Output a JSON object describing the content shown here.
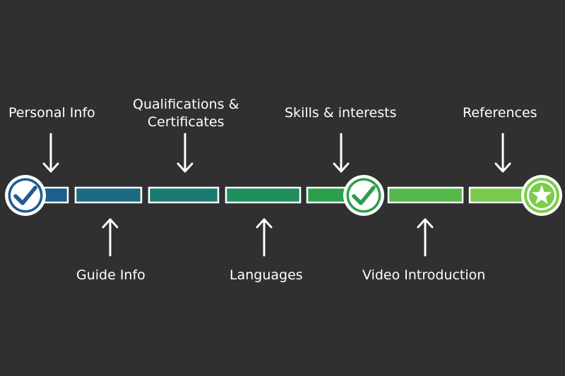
{
  "steps_top": [
    {
      "lines": [
        "Personal Info"
      ]
    },
    {
      "lines": [
        "Qualifications &",
        "Certificates"
      ]
    },
    {
      "lines": [
        "Skills & interests"
      ]
    },
    {
      "lines": [
        "References"
      ]
    }
  ],
  "steps_bottom": [
    {
      "lines": [
        "Guide Info"
      ]
    },
    {
      "lines": [
        "Languages"
      ]
    },
    {
      "lines": [
        "Video Introduction"
      ]
    }
  ],
  "milestones": [
    {
      "icon": "checkmark-icon",
      "color": "#1f5a94"
    },
    {
      "icon": "checkmark-icon",
      "color": "#2e9e4d"
    },
    {
      "icon": "star-icon",
      "color": "#7ccc4b"
    }
  ],
  "colors": {
    "background": "#303030",
    "text": "#ffffff",
    "segments": [
      "#1c5e8e",
      "#1c6a82",
      "#1b7b70",
      "#1f8f5c",
      "#2ba04c",
      "#55b84a",
      "#79c94c"
    ]
  }
}
